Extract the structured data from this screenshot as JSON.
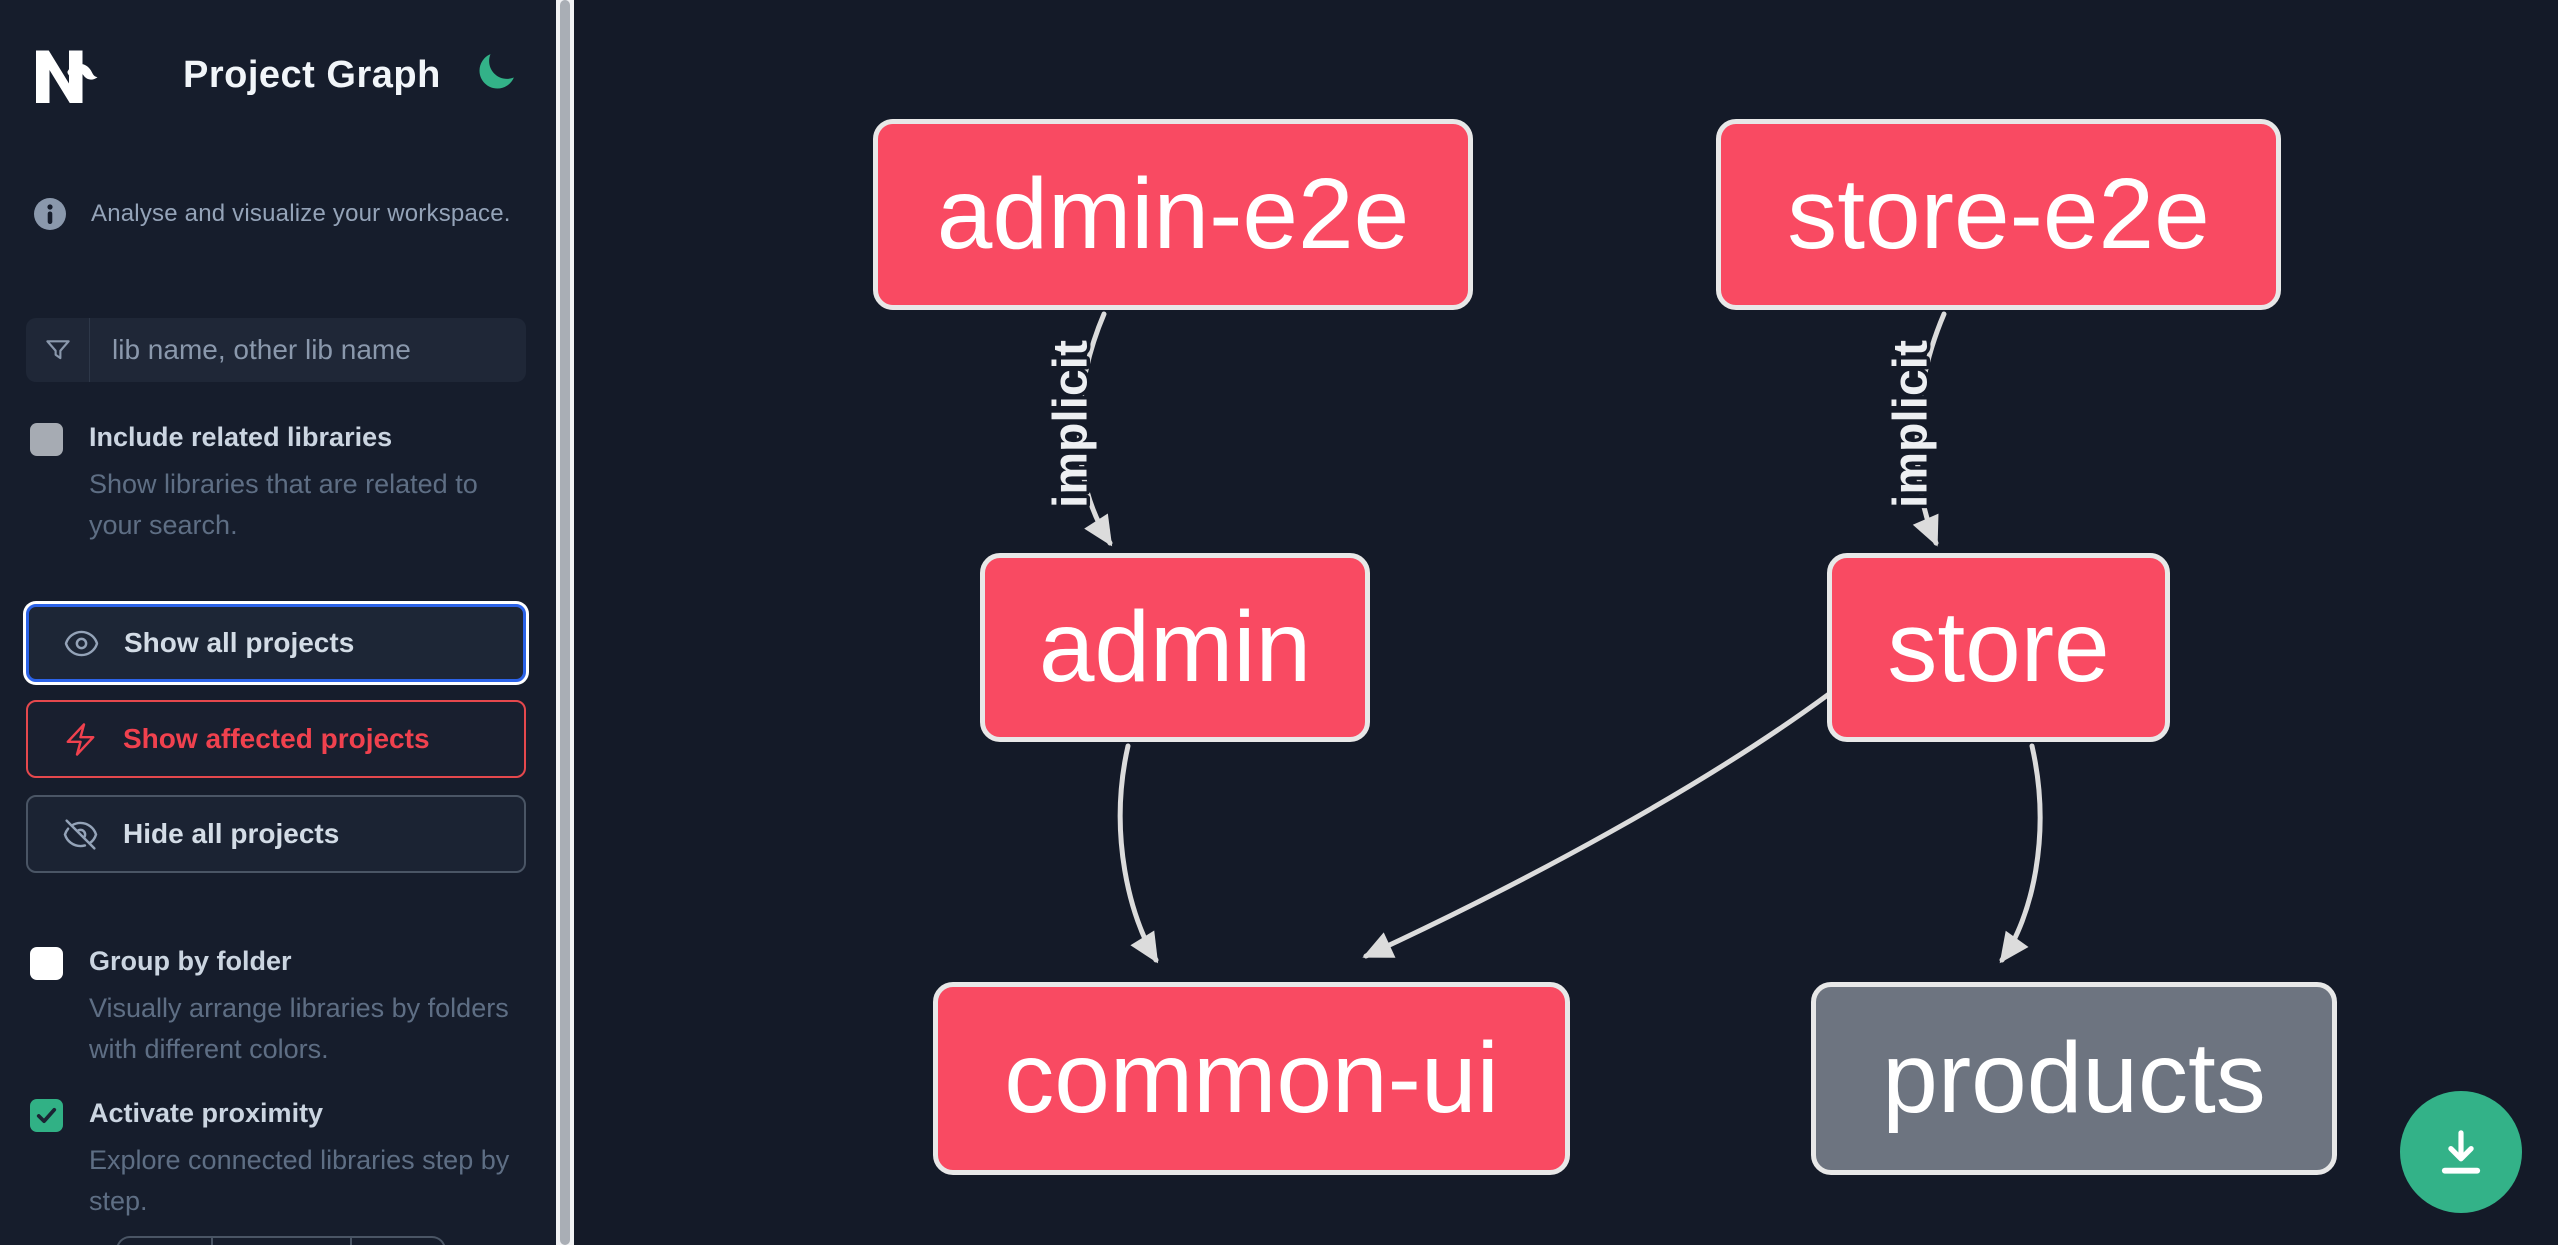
{
  "header": {
    "app_name": "Nx",
    "title": "Project Graph"
  },
  "sidebar": {
    "tagline": "Analyse and visualize your workspace.",
    "search": {
      "placeholder": "lib name, other lib name",
      "value": ""
    },
    "related": {
      "label": "Include related libraries",
      "description": "Show libraries that are related to your search.",
      "checked": false
    },
    "actions": [
      {
        "label": "Show all projects",
        "icon": "eye-icon",
        "variant": "focused"
      },
      {
        "label": "Show affected projects",
        "icon": "bolt-icon",
        "variant": "danger"
      },
      {
        "label": "Hide all projects",
        "icon": "eye-off-icon",
        "variant": "default"
      }
    ],
    "options": [
      {
        "label": "Group by folder",
        "description": "Visually arrange libraries by folders with different colors.",
        "checked": false
      },
      {
        "label": "Activate proximity",
        "description": "Explore connected libraries step by step.",
        "checked": true
      }
    ]
  },
  "graph": {
    "nodes": [
      {
        "id": "admin-e2e",
        "label": "admin-e2e",
        "status": "affected"
      },
      {
        "id": "store-e2e",
        "label": "store-e2e",
        "status": "affected"
      },
      {
        "id": "admin",
        "label": "admin",
        "status": "affected"
      },
      {
        "id": "store",
        "label": "store",
        "status": "affected"
      },
      {
        "id": "common-ui",
        "label": "common-ui",
        "status": "affected"
      },
      {
        "id": "products",
        "label": "products",
        "status": "unaffected"
      }
    ],
    "edges": [
      {
        "source": "admin-e2e",
        "target": "admin",
        "label": "implicit"
      },
      {
        "source": "store-e2e",
        "target": "store",
        "label": "implicit"
      },
      {
        "source": "admin",
        "target": "common-ui",
        "label": ""
      },
      {
        "source": "store",
        "target": "common-ui",
        "label": ""
      },
      {
        "source": "store",
        "target": "products",
        "label": ""
      }
    ]
  },
  "fab": {
    "icon": "download-icon"
  },
  "colors": {
    "affected_node": "#f94a62",
    "unaffected_node": "#6d7480",
    "node_border": "#e8e8e8",
    "edge": "#dcdcdc",
    "accent_green": "#33b288",
    "focus_blue": "#2c63e8",
    "danger_red": "#f0414e",
    "sidebar_bg": "#161d2c",
    "canvas_bg": "#141a28"
  }
}
